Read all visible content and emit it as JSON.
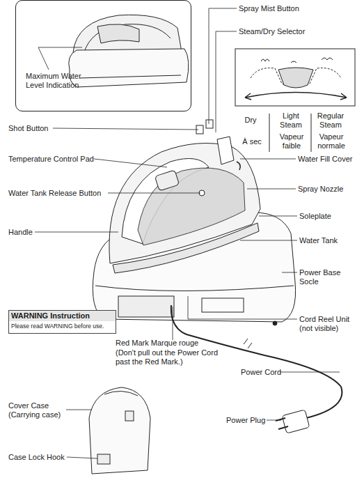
{
  "diagram": {
    "nodes": [
      {
        "text": [
          "Maximum Water Level Indication"
        ]
      },
      {
        "text": [
          "WARNING Instruction",
          "Please read WARNING before use."
        ]
      }
    ],
    "labels": [
      "Spray Mist Button",
      "Steam/Dry Selector",
      "Dry",
      "Light Steam",
      "Regular Steam",
      "À sec",
      "Vapeur faible",
      "Vapeur normale",
      "Shot Button",
      "Temperature Control Pad",
      "Water Fill Cover",
      "Water Tank Release Button",
      "Spray Nozzle",
      "Soleplate",
      "Handle",
      "Water Tank",
      "Power Base Socle",
      "Cord Reel Unit (not visible)",
      "Red Mark Marque rouge",
      "(Don't pull out the Power Cord past the Red Mark.)",
      "Power Cord",
      "Cover Case (Carrying case)",
      "Power Plug",
      "Case Lock Hook"
    ]
  }
}
